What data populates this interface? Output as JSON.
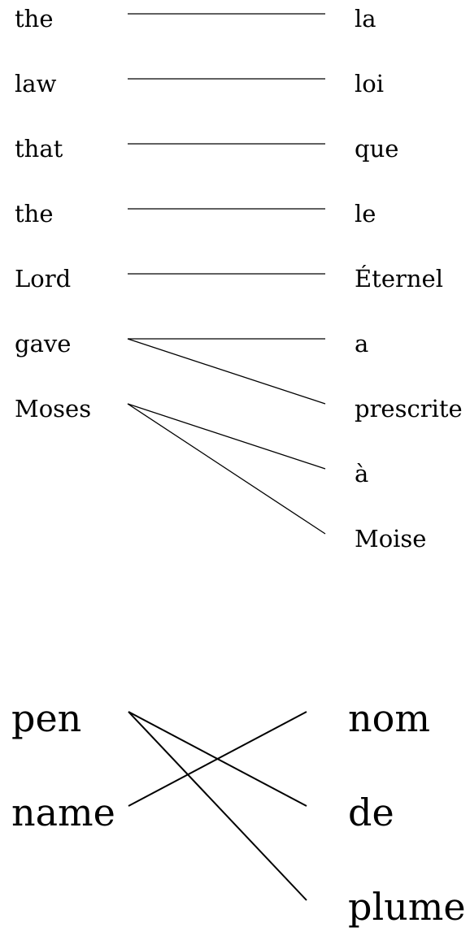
{
  "alignments": [
    {
      "source_words": [
        "the",
        "law",
        "that",
        "the",
        "Lord",
        "gave",
        "Moses"
      ],
      "target_words": [
        "la",
        "loi",
        "que",
        "le",
        "Éternel",
        "a",
        "prescrite",
        "à",
        "Moise"
      ],
      "links": [
        [
          0,
          0
        ],
        [
          1,
          1
        ],
        [
          2,
          2
        ],
        [
          3,
          3
        ],
        [
          4,
          4
        ],
        [
          5,
          5
        ],
        [
          5,
          6
        ],
        [
          6,
          7
        ],
        [
          6,
          8
        ]
      ]
    },
    {
      "source_words": [
        "pen",
        "name"
      ],
      "target_words": [
        "nom",
        "de",
        "plume"
      ],
      "links": [
        [
          0,
          1
        ],
        [
          0,
          2
        ],
        [
          1,
          0
        ]
      ]
    }
  ]
}
